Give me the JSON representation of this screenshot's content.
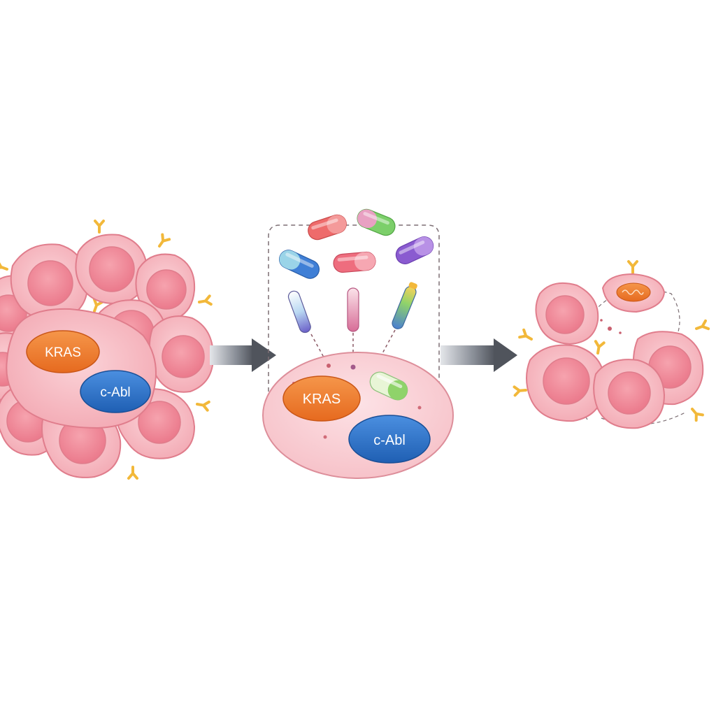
{
  "labels": {
    "cluster_kras": "KRAS",
    "cluster_cabl": "c-Abl",
    "cell_kras": "KRAS",
    "cell_cabl": "c-Abl"
  },
  "colors": {
    "background": "#ffffff",
    "cell_fill": "#f6b8c0",
    "cell_stroke": "#e07d8c",
    "nucleus": "#f08898",
    "receptor": "#f2b83a",
    "kras": "#ef7d2e",
    "cabl": "#2d74c8",
    "arrow": "#5a5f68"
  },
  "icons": [
    "receptor-icon",
    "capsule-icon",
    "injector-icon",
    "arrow-right-icon"
  ]
}
